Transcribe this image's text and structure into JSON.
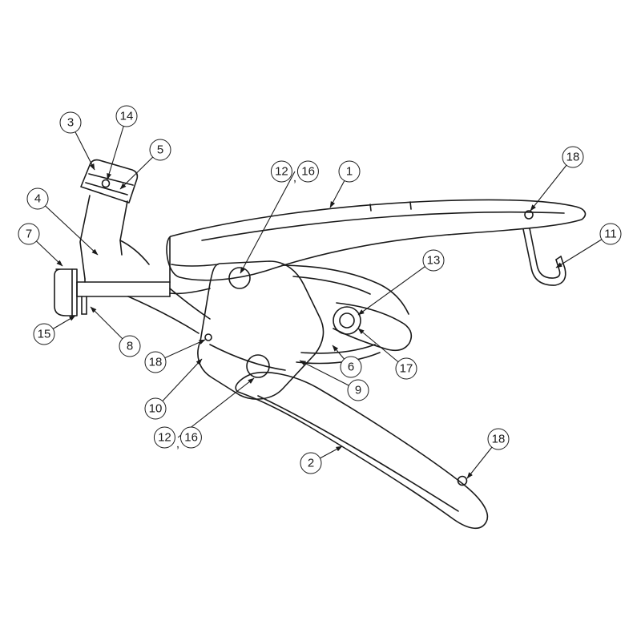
{
  "figure": {
    "comma": ",",
    "colors": {
      "line": "#1a1a1a",
      "background": "#ffffff"
    },
    "callouts": [
      {
        "label": "3"
      },
      {
        "label": "14"
      },
      {
        "label": "5"
      },
      {
        "label": "4"
      },
      {
        "label": "7"
      },
      {
        "label": "15"
      },
      {
        "label": "8"
      },
      {
        "label": "18"
      },
      {
        "label": "10"
      },
      {
        "label": "12"
      },
      {
        "label": "16"
      },
      {
        "label": "1"
      },
      {
        "label": "13"
      },
      {
        "label": "18"
      },
      {
        "label": "11"
      },
      {
        "label": "6"
      },
      {
        "label": "17"
      },
      {
        "label": "9"
      },
      {
        "label": "12"
      },
      {
        "label": "16"
      },
      {
        "label": "2"
      },
      {
        "label": "18"
      }
    ]
  }
}
